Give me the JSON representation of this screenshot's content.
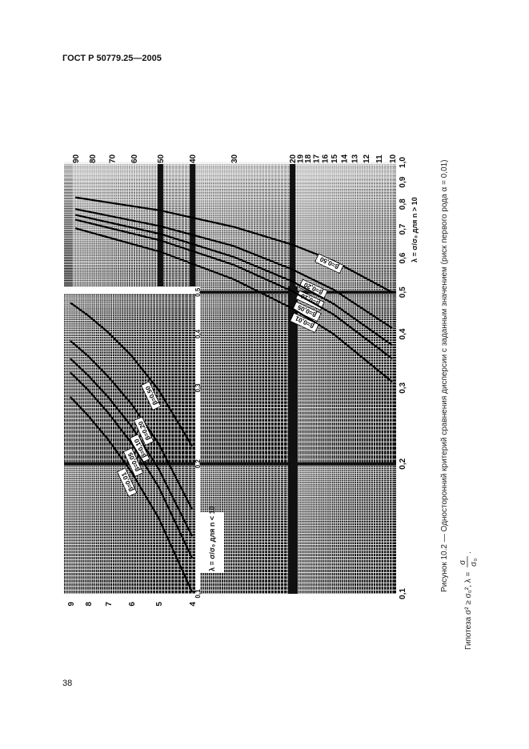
{
  "header": {
    "doc_id": "ГОСТ Р 50779.25—2005"
  },
  "page_number": "38",
  "caption": {
    "figure": "Рисунок 10.2 — Односторонний критерий сравнения дисперсии с заданным значением (риск первого рода α = 0,01)",
    "hypothesis": "Гипотеза σ² ≥ σ₀², λ =",
    "frac_num": "σ",
    "frac_den": "σ₀",
    "end": "."
  },
  "chart_data": {
    "type": "line",
    "title": "Рисунок 10.2 — Односторонний критерий сравнения дисперсии с заданным значением (риск первого рода α = 0,01)",
    "ylabel_main": "λ = σ/σ₀ для n > 10",
    "ylabel_small": "λ = σ/σ₀ для n < 10",
    "x_scale": "log",
    "y_scale": "log",
    "ylim": [
      0.1,
      1.0
    ],
    "grid": true,
    "n_ticks_main": [
      "90",
      "80",
      "70",
      "60",
      "50",
      "40",
      "30",
      "20",
      "19",
      "18",
      "17",
      "16",
      "15",
      "14",
      "13",
      "12",
      "11",
      "10"
    ],
    "n_values_main": [
      90,
      80,
      70,
      60,
      50,
      40,
      30,
      20,
      19,
      18,
      17,
      16,
      15,
      14,
      13,
      12,
      11,
      10
    ],
    "n_ticks_small": [
      "9",
      "8",
      "7",
      "6",
      "5",
      "4"
    ],
    "n_values_small": [
      9,
      8,
      7,
      6,
      5,
      4
    ],
    "lambda_ticks": [
      "0,1",
      "0,2",
      "0,3",
      "0,4",
      "0,5",
      "0,6",
      "0,7",
      "0,8",
      "0,9",
      "1,0"
    ],
    "lambda_values": [
      0.1,
      0.2,
      0.3,
      0.4,
      0.5,
      0.6,
      0.7,
      0.8,
      0.9,
      1.0
    ],
    "lambda_ticks_small": [
      "0,1",
      "0,2",
      "0,3",
      "0,4",
      "0,5"
    ],
    "lambda_values_small": [
      0.1,
      0.2,
      0.3,
      0.4,
      0.5
    ],
    "n_small": [
      4,
      5,
      6,
      7,
      8,
      9
    ],
    "n_main": [
      10,
      15,
      20,
      30,
      50,
      90
    ],
    "series": [
      {
        "name": "β=0,50",
        "label": "β=0,50",
        "small": [
          0.22,
          0.297,
          0.357,
          0.404,
          0.442,
          0.473
        ],
        "main": [
          0.5,
          0.591,
          0.645,
          0.709,
          0.774,
          0.83
        ]
      },
      {
        "name": "β=0,20",
        "label": "β=0,20",
        "small": [
          0.157,
          0.223,
          0.276,
          0.319,
          0.356,
          0.386
        ],
        "main": [
          0.413,
          0.507,
          0.565,
          0.64,
          0.712,
          0.78
        ]
      },
      {
        "name": "β=0,10",
        "label": "β=0,10",
        "small": [
          0.136,
          0.195,
          0.245,
          0.286,
          0.321,
          0.351
        ],
        "main": [
          0.377,
          0.47,
          0.53,
          0.604,
          0.683,
          0.756
        ]
      },
      {
        "name": "β=0,05",
        "label": "β=0,05",
        "small": [
          0.121,
          0.177,
          0.224,
          0.263,
          0.297,
          0.326
        ],
        "main": [
          0.351,
          0.444,
          0.503,
          0.579,
          0.66,
          0.737
        ]
      },
      {
        "name": "β=0,01",
        "label": "β=0,01",
        "small": [
          0.101,
          0.15,
          0.192,
          0.228,
          0.259,
          0.286
        ],
        "main": [
          0.31,
          0.4,
          0.459,
          0.536,
          0.621,
          0.704
        ]
      }
    ]
  }
}
